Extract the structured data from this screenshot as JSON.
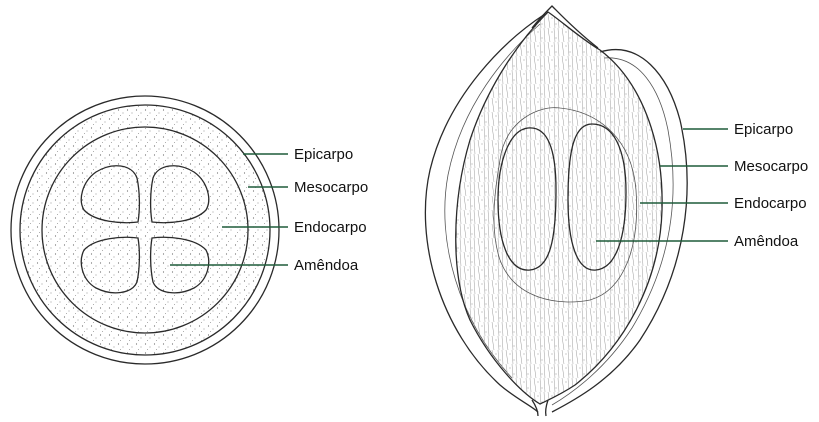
{
  "cross_section": {
    "labels": [
      "Epicarpo",
      "Mesocarpo",
      "Endocarpo",
      "Amêndoa"
    ]
  },
  "longitudinal_section": {
    "labels": [
      "Epicarpo",
      "Mesocarpo",
      "Endocarpo",
      "Amêndoa"
    ]
  },
  "colors": {
    "leader_line": "#1f5c3a",
    "ink": "#2a2a2a",
    "background": "#ffffff"
  }
}
